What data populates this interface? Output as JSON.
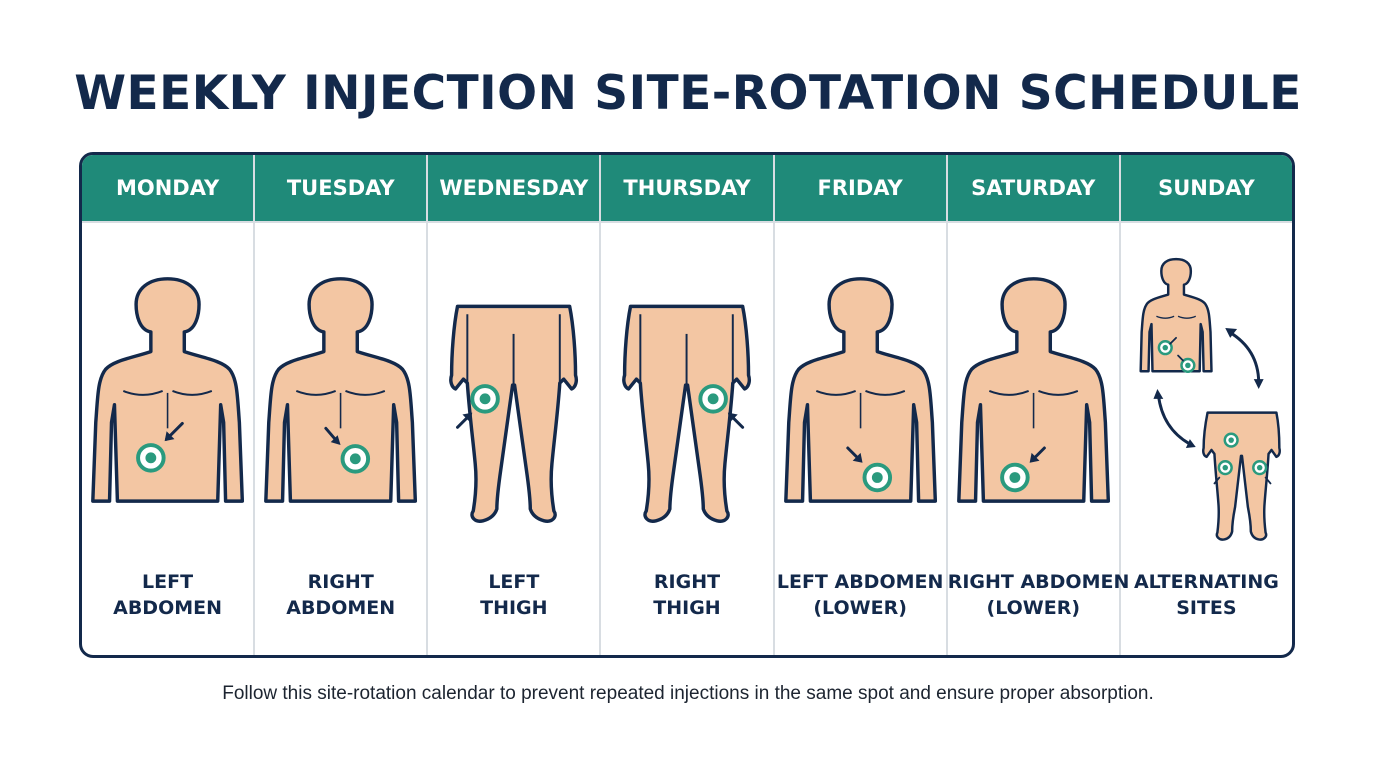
{
  "title": "WEEKLY INJECTION SITE-ROTATION SCHEDULE",
  "colors": {
    "header_bg": "#1f8a79",
    "outline": "#13294b",
    "skin": "#f3c6a3",
    "site_marker": "#2a9a7e"
  },
  "days": [
    {
      "day": "MONDAY",
      "site_lines": [
        "LEFT",
        "ABDOMEN"
      ]
    },
    {
      "day": "TUESDAY",
      "site_lines": [
        "RIGHT",
        "ABDOMEN"
      ]
    },
    {
      "day": "WEDNESDAY",
      "site_lines": [
        "LEFT",
        "THIGH"
      ]
    },
    {
      "day": "THURSDAY",
      "site_lines": [
        "RIGHT",
        "THIGH"
      ]
    },
    {
      "day": "FRIDAY",
      "site_lines": [
        "LEFT ABDOMEN",
        "(LOWER)"
      ]
    },
    {
      "day": "SATURDAY",
      "site_lines": [
        "RIGHT ABDOMEN",
        "(LOWER)"
      ]
    },
    {
      "day": "SUNDAY",
      "site_lines": [
        "ALTERNATING",
        "SITES"
      ]
    }
  ],
  "caption": "Follow this site-rotation calendar to prevent repeated injections in the same spot and ensure proper absorption."
}
